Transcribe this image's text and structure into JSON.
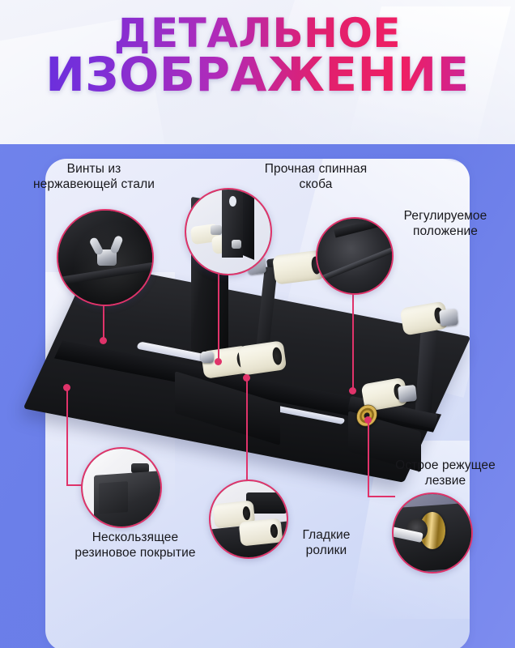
{
  "header": {
    "title_line_1": "ДЕТАЛЬНОЕ",
    "title_line_2": "ИЗОБРАЖЕНИЕ"
  },
  "colors": {
    "page_background": "#6d7fe8",
    "card_background": "#e4e8f9",
    "header_background": "#eef0f9",
    "callout_accent": "#e0336a",
    "title_gradient_start": "#5b2fe0",
    "title_gradient_end": "#ef1f63",
    "product_black": "#17181b",
    "roller_cream": "#f2efdf",
    "blade_brass": "#c9a63f"
  },
  "callouts": [
    {
      "id": "stainless-screws",
      "label": "Винты из\nнержавеющей стали",
      "detail": "wing-nut-screw"
    },
    {
      "id": "back-bracket",
      "label": "Прочная спинная\nскоба",
      "detail": "metal-bracket-plate"
    },
    {
      "id": "adjustable-position",
      "label": "Регулируемое\nположение",
      "detail": "adjustment-rail"
    },
    {
      "id": "rubber-coating",
      "label": "Нескользящее\nрезиновое покрытие",
      "detail": "rubber-foot-pad"
    },
    {
      "id": "smooth-rollers",
      "label": "Гладкие\nролики",
      "detail": "white-rollers"
    },
    {
      "id": "cutting-blade",
      "label": "Острое режущее\nлезвие",
      "detail": "brass-cutting-disc"
    }
  ],
  "product": {
    "name": "bottle-cutter-jig"
  }
}
